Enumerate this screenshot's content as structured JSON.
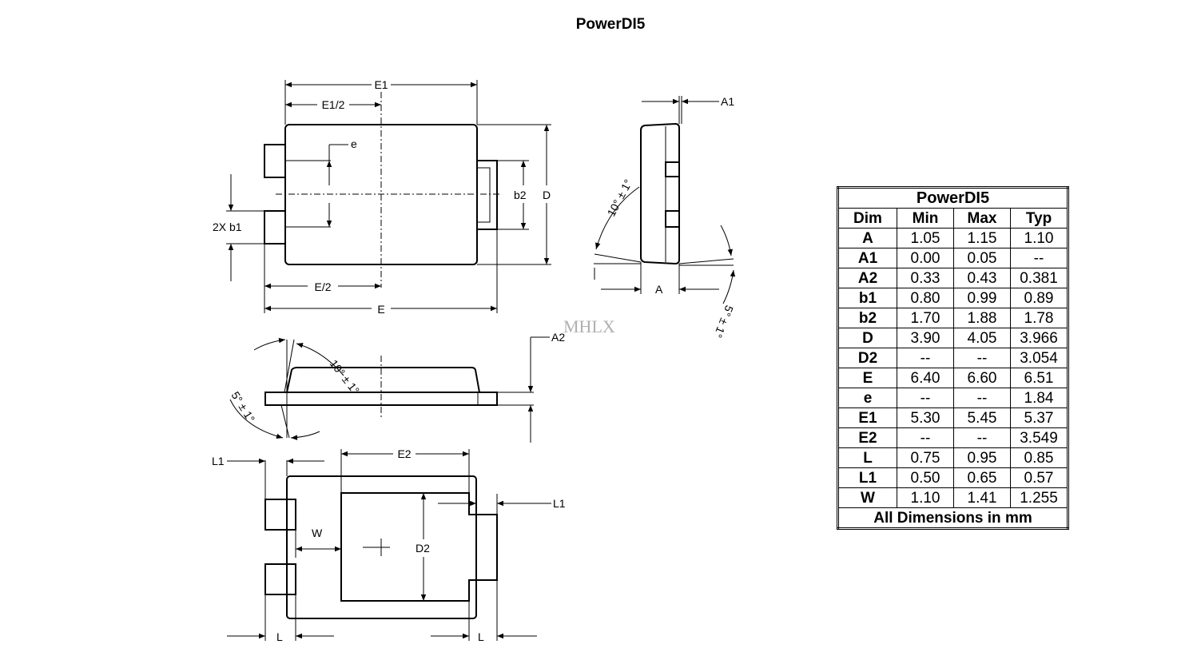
{
  "title": "PowerDI5",
  "watermark": "MHLX",
  "labels": {
    "E1": "E1",
    "E1_half": "E1/2",
    "e": "e",
    "b2": "b2",
    "D": "D",
    "b1": "2X b1",
    "E_half": "E/2",
    "E": "E",
    "A1": "A1",
    "A": "A",
    "A2": "A2",
    "L1": "L1",
    "E2": "E2",
    "W": "W",
    "D2": "D2",
    "L": "L",
    "angle10_top": "10° ± 1°",
    "angle5_right": "5° ± 1°",
    "angle10_side": "10° ± 1°",
    "angle5_side": "5° ± 1°"
  },
  "table": {
    "title": "PowerDI5",
    "headers": [
      "Dim",
      "Min",
      "Max",
      "Typ"
    ],
    "rows": [
      [
        "A",
        "1.05",
        "1.15",
        "1.10"
      ],
      [
        "A1",
        "0.00",
        "0.05",
        "--"
      ],
      [
        "A2",
        "0.33",
        "0.43",
        "0.381"
      ],
      [
        "b1",
        "0.80",
        "0.99",
        "0.89"
      ],
      [
        "b2",
        "1.70",
        "1.88",
        "1.78"
      ],
      [
        "D",
        "3.90",
        "4.05",
        "3.966"
      ],
      [
        "D2",
        "--",
        "--",
        "3.054"
      ],
      [
        "E",
        "6.40",
        "6.60",
        "6.51"
      ],
      [
        "e",
        "--",
        "--",
        "1.84"
      ],
      [
        "E1",
        "5.30",
        "5.45",
        "5.37"
      ],
      [
        "E2",
        "--",
        "--",
        "3.549"
      ],
      [
        "L",
        "0.75",
        "0.95",
        "0.85"
      ],
      [
        "L1",
        "0.50",
        "0.65",
        "0.57"
      ],
      [
        "W",
        "1.10",
        "1.41",
        "1.255"
      ]
    ],
    "footer": "All Dimensions in mm"
  }
}
